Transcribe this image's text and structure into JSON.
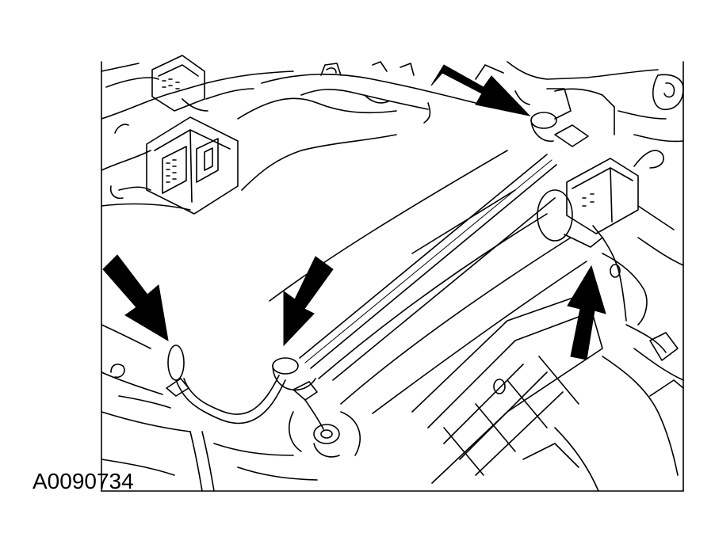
{
  "figure": {
    "id_label": "A0090734"
  },
  "diagram": {
    "arrows": [
      {
        "name": "arrow-top-right",
        "points": "down-right"
      },
      {
        "name": "arrow-left",
        "points": "down-right"
      },
      {
        "name": "arrow-center",
        "points": "down-left"
      },
      {
        "name": "arrow-right-lower",
        "points": "up"
      }
    ],
    "colors": {
      "line": "#000000",
      "background": "#ffffff"
    }
  }
}
